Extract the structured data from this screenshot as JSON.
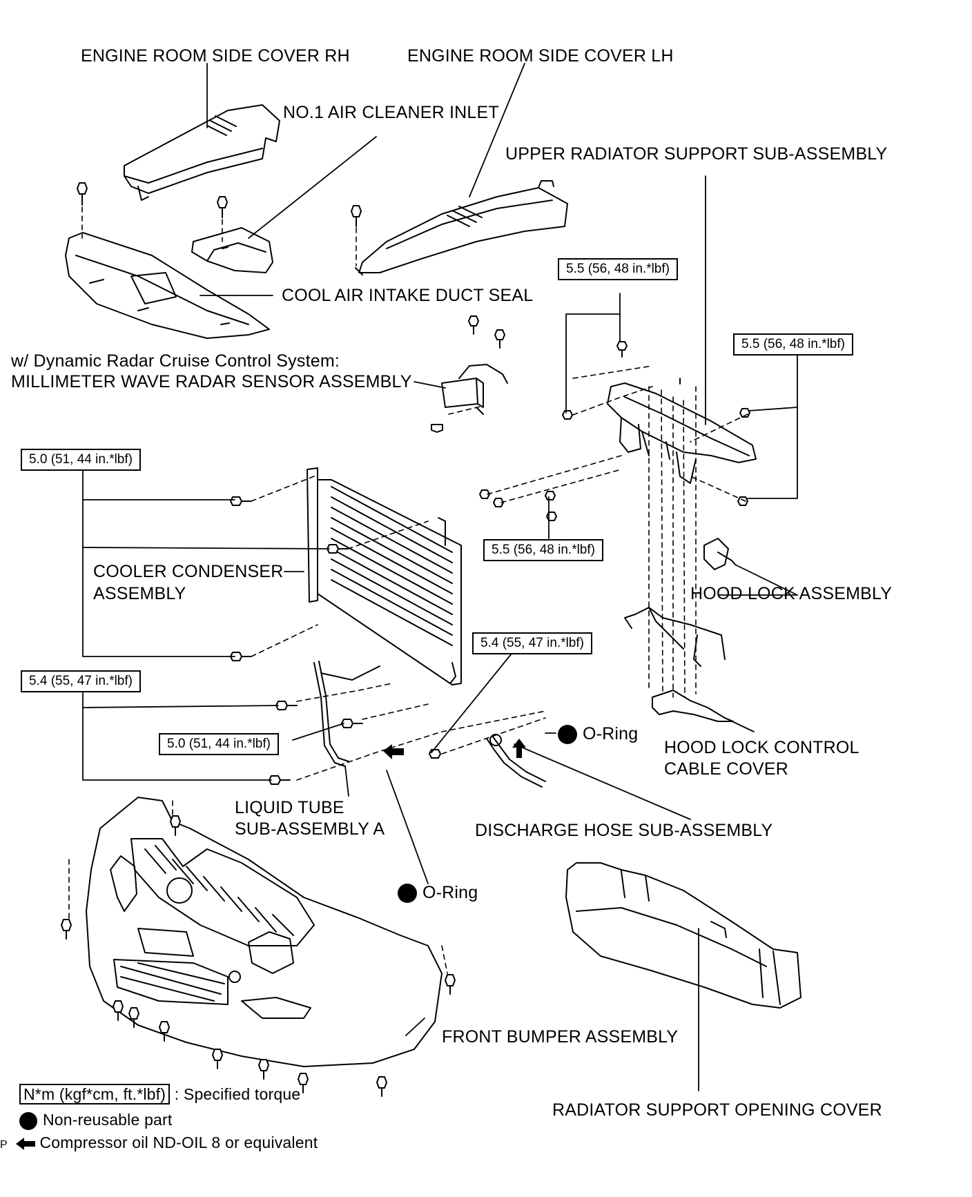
{
  "labels": {
    "engine_room_side_cover_rh": "ENGINE ROOM SIDE COVER RH",
    "engine_room_side_cover_lh": "ENGINE ROOM SIDE COVER LH",
    "no1_air_cleaner_inlet": "NO.1 AIR CLEANER INLET",
    "upper_radiator_support": "UPPER RADIATOR SUPPORT SUB-ASSEMBLY",
    "cool_air_intake_duct_seal": "COOL AIR INTAKE DUCT SEAL",
    "radar_condition": "w/ Dynamic Radar Cruise Control System:",
    "radar_sensor": "MILLIMETER WAVE RADAR SENSOR ASSEMBLY",
    "cooler_condenser_1": "COOLER CONDENSER",
    "cooler_condenser_2": "ASSEMBLY",
    "hood_lock_assembly": "HOOD LOCK ASSEMBLY",
    "hood_lock_cable_cover_1": "HOOD LOCK CONTROL",
    "hood_lock_cable_cover_2": "CABLE COVER",
    "o_ring_right": "O-Ring",
    "liquid_tube_1": "LIQUID TUBE",
    "liquid_tube_2": "SUB-ASSEMBLY A",
    "discharge_hose": "DISCHARGE HOSE SUB-ASSEMBLY",
    "o_ring_lower": "O-Ring",
    "front_bumper": "FRONT BUMPER ASSEMBLY",
    "radiator_support_opening_cover": "RADIATOR SUPPORT OPENING COVER"
  },
  "torques": {
    "upper_a": "5.5 (56, 48 in.*lbf)",
    "upper_b": "5.5 (56, 48 in.*lbf)",
    "condenser_top": "5.0 (51, 44 in.*lbf)",
    "upper_c": "5.5 (56, 48 in.*lbf)",
    "discharge": "5.4 (55, 47 in.*lbf)",
    "condenser_bottom": "5.4 (55, 47 in.*lbf)",
    "liquid_tube": "5.0 (51, 44 in.*lbf)"
  },
  "legend": {
    "torque_unit": "N*m (kgf*cm, ft.*lbf)",
    "torque_desc": ": Specified torque",
    "non_reusable": "Non-reusable part",
    "compressor_oil": "Compressor oil ND-OIL 8 or equivalent",
    "corner_mark": "P"
  }
}
